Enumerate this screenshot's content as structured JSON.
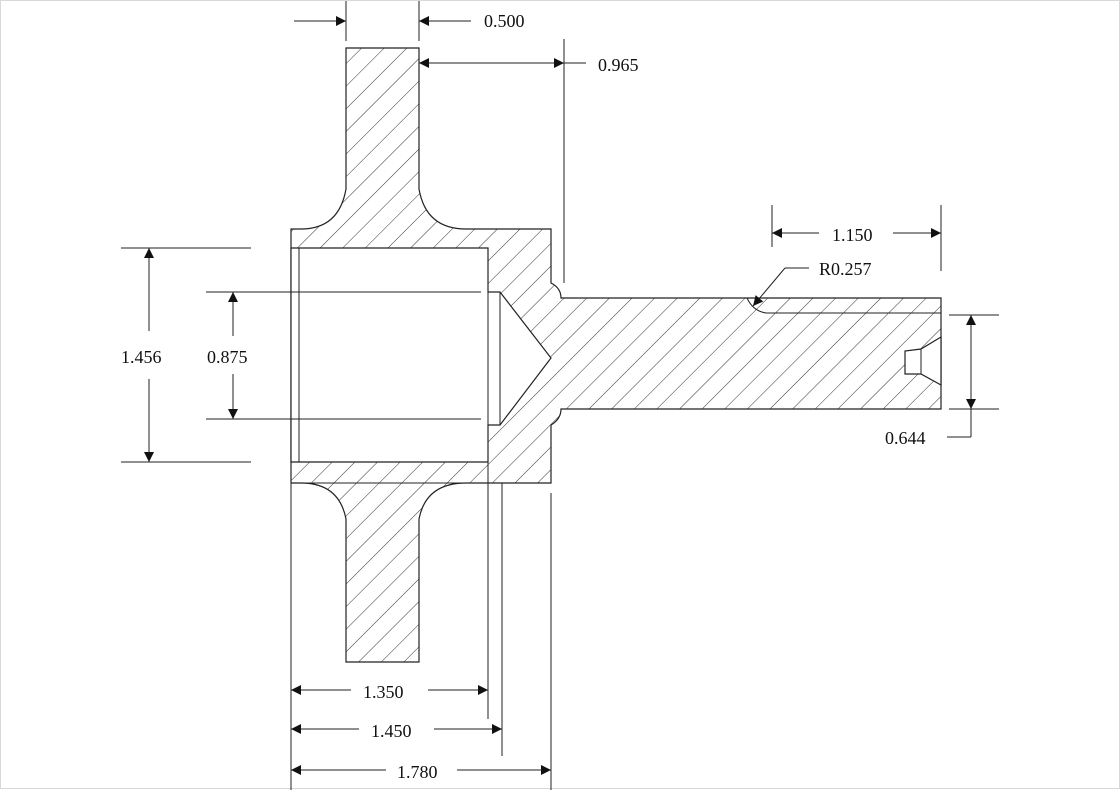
{
  "drawing": {
    "line_color": "#222222",
    "background": "#ffffff",
    "dimensions": {
      "top_width": "0.500",
      "top_offset": "0.965",
      "shaft_length": "1.150",
      "fillet_radius": "R0.257",
      "bore_height": "1.456",
      "bore_depth_height": "0.875",
      "shaft_diameter": "0.644",
      "len_1": "1.350",
      "len_2": "1.450",
      "len_3": "1.780"
    }
  }
}
